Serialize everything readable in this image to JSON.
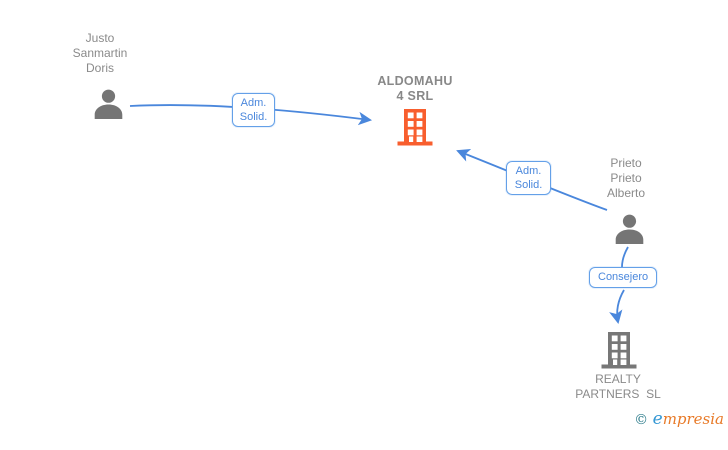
{
  "diagram": {
    "nodes": [
      {
        "id": "justo",
        "type": "person",
        "lines": [
          "Justo",
          "Sanmartin",
          "Doris"
        ]
      },
      {
        "id": "aldomahu",
        "type": "company",
        "lines": [
          "ALDOMAHU",
          "4 SRL"
        ]
      },
      {
        "id": "prieto",
        "type": "person",
        "lines": [
          "Prieto",
          "Prieto",
          "Alberto"
        ]
      },
      {
        "id": "realty",
        "type": "company",
        "lines": [
          "REALTY",
          "PARTNERS  SL"
        ]
      }
    ],
    "edges": [
      {
        "from": "justo",
        "to": "aldomahu",
        "label": "Adm. Solid."
      },
      {
        "from": "prieto",
        "to": "aldomahu",
        "label": "Adm. Solid."
      },
      {
        "from": "prieto",
        "to": "realty",
        "label": "Consejero"
      }
    ]
  },
  "colors": {
    "edge_blue": "#4a87dc",
    "badge_border_blue": "#64a0e8",
    "node_text_gray": "#8a8a8a",
    "person_icon_gray": "#757575",
    "company_icon_orange": "#f85e2e",
    "company_icon_gray": "#777777",
    "copyright_teal": "#2e7d8c",
    "copyright_blue": "#3598d4",
    "copyright_orange": "#e87a28"
  },
  "copyright": {
    "symbol": "© ",
    "name_initial": "e",
    "name_rest": "mpresia"
  }
}
